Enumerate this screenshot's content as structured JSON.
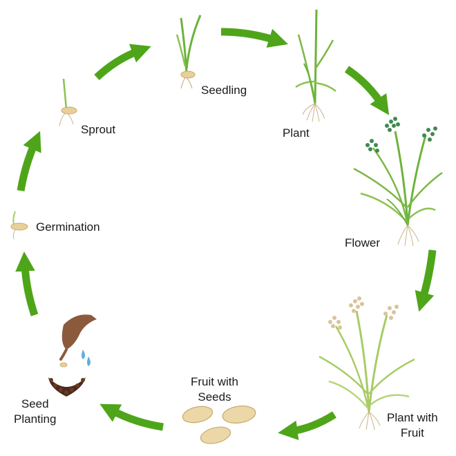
{
  "diagram": {
    "type": "life-cycle",
    "stages": [
      {
        "id": "seedling",
        "label": "Seedling"
      },
      {
        "id": "plant",
        "label": "Plant"
      },
      {
        "id": "flower",
        "label": "Flower"
      },
      {
        "id": "plant-with-fruit",
        "label_line1": "Plant with",
        "label_line2": "Fruit"
      },
      {
        "id": "fruit-with-seeds",
        "label_line1": "Fruit with",
        "label_line2": "Seeds"
      },
      {
        "id": "seed-planting",
        "label_line1": "Seed",
        "label_line2": "Planting"
      },
      {
        "id": "germination",
        "label": "Germination"
      },
      {
        "id": "sprout",
        "label": "Sprout"
      }
    ],
    "cycle_direction": "clockwise",
    "colors": {
      "arrow": "#4fa51a",
      "leaf": "#6bb33a",
      "leaf_light": "#a7cc64",
      "grain": "#e9cf9a",
      "panicle_green": "#3f8a52",
      "panicle_tan": "#d8c49a",
      "soil": "#4a2a1e",
      "hand": "#8b5a3c",
      "water": "#5ab0e0",
      "text": "#1a1a1a"
    }
  }
}
